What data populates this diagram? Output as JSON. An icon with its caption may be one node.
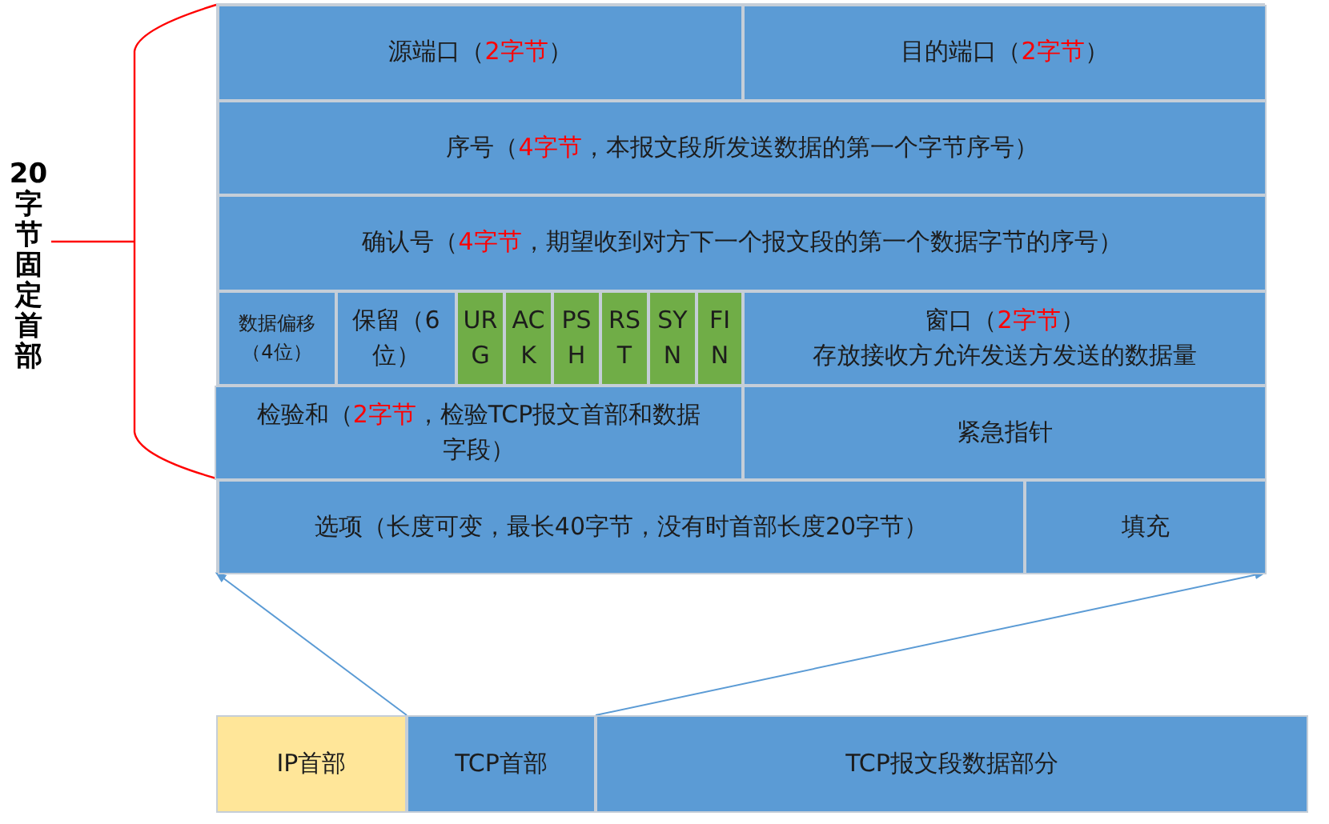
{
  "diagram": {
    "nodes": [
      {
        "text": [],
        "shape": "box"
      },
      {
        "text": [
          "源端口（**2字节**）"
        ],
        "in": 0
      },
      {
        "text": [
          "目的端口（**2字节**）"
        ],
        "in": 0
      },
      {
        "text": [
          "序号（**4字节**，本报文段所发送数据的第一个字节序号）"
        ],
        "in": 0
      },
      {
        "text": [
          "确认号（**4字节**，期望收到对方下一个报文段的第一个数据字节的序号）"
        ],
        "in": 0
      },
      {
        "text": [
          "数据偏移（4位）"
        ],
        "in": 0
      },
      {
        "text": [
          "保留（6位）"
        ],
        "in": 0
      },
      {
        "text": [
          "URG"
        ],
        "in": 0
      },
      {
        "text": [
          "ACK"
        ],
        "in": 0
      },
      {
        "text": [
          "PSH"
        ],
        "in": 0
      },
      {
        "text": [
          "RST"
        ],
        "in": 0
      },
      {
        "text": [
          "SYN"
        ],
        "in": 0
      },
      {
        "text": [
          "FIN"
        ],
        "in": 0
      },
      {
        "text": [
          "窗口（**2字节**）",
          "存放接收方允许发送方发送的数据量"
        ],
        "in": 0
      },
      {
        "text": [
          "检验和（**2字节**，检验TCP报文首部和数据字段）"
        ],
        "in": 0
      },
      {
        "text": [
          "紧急指针"
        ],
        "in": 0
      },
      {
        "text": [
          "选项（长度可变，最长40字节，没有时首部长度20字节）"
        ],
        "in": 0
      },
      {
        "text": [
          "填充"
        ],
        "in": 0
      },
      {
        "text": [
          "IP首部"
        ]
      },
      {
        "text": [
          "TCP首部"
        ]
      },
      {
        "text": [
          "TCP报文段数据部分"
        ]
      }
    ],
    "edges": [
      {
        "from": 19,
        "to": 0,
        "arrow": "to"
      },
      {
        "from": 19,
        "to": 0,
        "arrow": "to"
      }
    ],
    "labels": [
      "20字节固定首部"
    ]
  }
}
